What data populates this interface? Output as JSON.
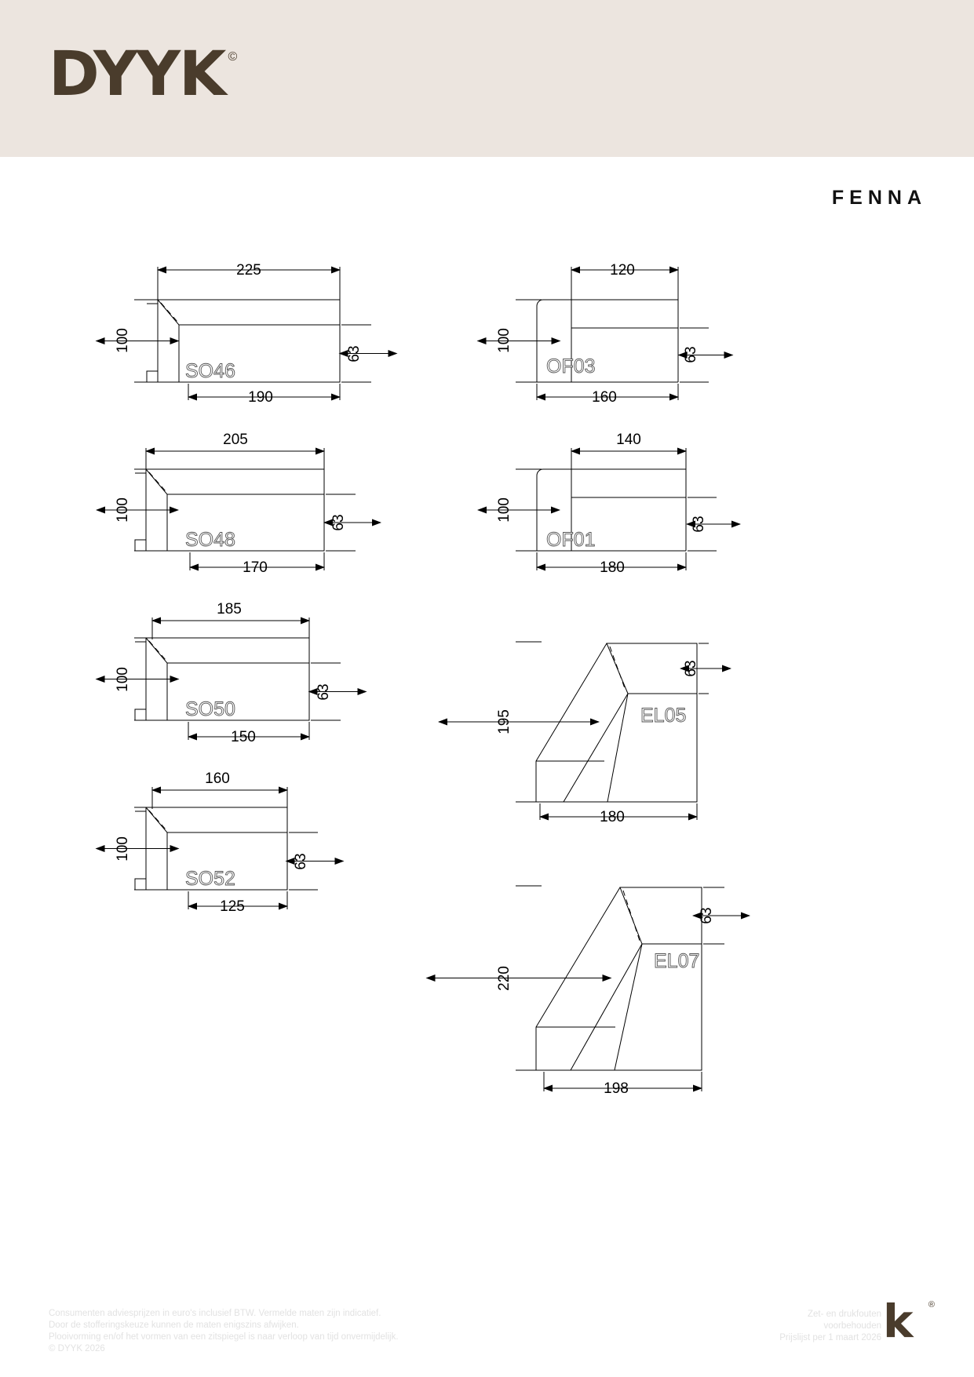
{
  "header": {
    "brand": "DYYK",
    "brand_copyright": "©",
    "brand_color": "#4a3c2c",
    "background_color": "#ece5df"
  },
  "collection": {
    "title": "FENNA"
  },
  "drawings": [
    {
      "code": "SO46",
      "type": "sofa-module-left",
      "column": "left",
      "top_dim": "225",
      "left_dim": "100",
      "right_dim": "63",
      "bottom_dim": "190"
    },
    {
      "code": "SO48",
      "type": "sofa-module-left",
      "column": "left",
      "top_dim": "205",
      "left_dim": "100",
      "right_dim": "63",
      "bottom_dim": "170"
    },
    {
      "code": "SO50",
      "type": "sofa-module-left",
      "column": "left",
      "top_dim": "185",
      "left_dim": "100",
      "right_dim": "63",
      "bottom_dim": "150"
    },
    {
      "code": "SO52",
      "type": "sofa-module-left",
      "column": "left",
      "top_dim": "160",
      "left_dim": "100",
      "right_dim": "63",
      "bottom_dim": "125"
    },
    {
      "code": "OF03",
      "type": "ottoman-module",
      "column": "right",
      "top_dim": "120",
      "left_dim": "100",
      "right_dim": "63",
      "bottom_dim": "160"
    },
    {
      "code": "OF01",
      "type": "ottoman-module",
      "column": "right",
      "top_dim": "140",
      "left_dim": "100",
      "right_dim": "63",
      "bottom_dim": "180"
    },
    {
      "code": "EL05",
      "type": "corner-wedge",
      "column": "right",
      "top_dim": "",
      "left_dim": "195",
      "right_dim": "63",
      "bottom_dim": "180"
    },
    {
      "code": "EL07",
      "type": "corner-wedge",
      "column": "right",
      "top_dim": "",
      "left_dim": "220",
      "right_dim": "63",
      "bottom_dim": "198"
    }
  ],
  "footer": {
    "left_text": "Consumenten adviesprijzen in euro's inclusief BTW. Vermelde maten zijn indicatief.\nDoor de stofferingskeuze kunnen de maten enigszins afwijken.\nPlooivorming en/of het vormen van een zitspiegel is naar verloop van tijd onvermijdelijk.\n© DYYK 2026",
    "right_text": "Zet- en drukfouten\nvoorbehouden\nPrijslijst per 1 maart 2026",
    "mark_letter": "k",
    "mark_registered": "®"
  }
}
